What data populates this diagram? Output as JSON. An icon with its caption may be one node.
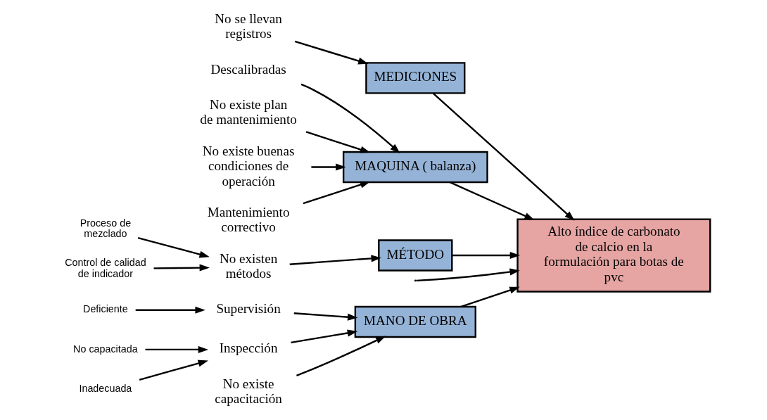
{
  "diagram": {
    "nodes": [
      {
        "text": [
          "MANO DE OBRA"
        ]
      },
      {
        "text": [
          "MEDICIONES"
        ]
      },
      {
        "text": [
          "MAQUINA ( balanza)"
        ]
      },
      {
        "text": [
          "MÉTODO"
        ]
      },
      {
        "text": [
          "Alto índice de carbonato de calcio en la formulación para botas de pvc"
        ]
      },
      {
        "text": [
          "Supervisión"
        ]
      },
      {
        "text": [
          "Deficiente"
        ]
      },
      {
        "text": [
          "Inspección"
        ]
      },
      {
        "text": [
          "No capacitada"
        ]
      },
      {
        "text": [
          "Inadecuada"
        ]
      },
      {
        "text": [
          "No existe capacitación"
        ]
      },
      {
        "text": [
          "No se llevan registros"
        ]
      },
      {
        "text": [
          "Descalibradas"
        ]
      },
      {
        "text": [
          "No existe plan de mantenimiento"
        ]
      },
      {
        "text": [
          "No existe buenas condiciones de operación"
        ]
      },
      {
        "text": [
          "Mantenimiento correctivo"
        ]
      },
      {
        "text": [
          "Proceso de mezclado"
        ]
      },
      {
        "text": [
          "No existen métodos"
        ]
      },
      {
        "text": [
          "Control de calidad de indicador"
        ]
      }
    ],
    "edges": [
      {
        "from": null,
        "to": 4,
        "arrow": "to"
      },
      {
        "from": 0,
        "to": 4,
        "arrow": "to"
      },
      {
        "from": 1,
        "to": 4,
        "arrow": "to"
      },
      {
        "from": 2,
        "to": 4,
        "arrow": "to"
      },
      {
        "from": 3,
        "to": 4,
        "arrow": "to"
      },
      {
        "from": 5,
        "to": 0,
        "arrow": "to"
      },
      {
        "from": 6,
        "to": 5,
        "arrow": "to"
      },
      {
        "from": 7,
        "to": 0,
        "arrow": "to"
      },
      {
        "from": 8,
        "to": 7,
        "arrow": "to"
      },
      {
        "from": 9,
        "to": 7,
        "arrow": "to"
      },
      {
        "from": 10,
        "to": 0,
        "arrow": "to"
      },
      {
        "from": 11,
        "to": 1,
        "arrow": "to"
      },
      {
        "from": 12,
        "to": 2,
        "arrow": "to"
      },
      {
        "from": 13,
        "to": 2,
        "arrow": "to"
      },
      {
        "from": 14,
        "to": 2,
        "arrow": "to"
      },
      {
        "from": 15,
        "to": 2,
        "arrow": "to"
      },
      {
        "from": 16,
        "to": 17,
        "arrow": "to"
      },
      {
        "from": 17,
        "to": 3,
        "arrow": "to"
      },
      {
        "from": 18,
        "to": 17,
        "arrow": "to"
      }
    ]
  }
}
